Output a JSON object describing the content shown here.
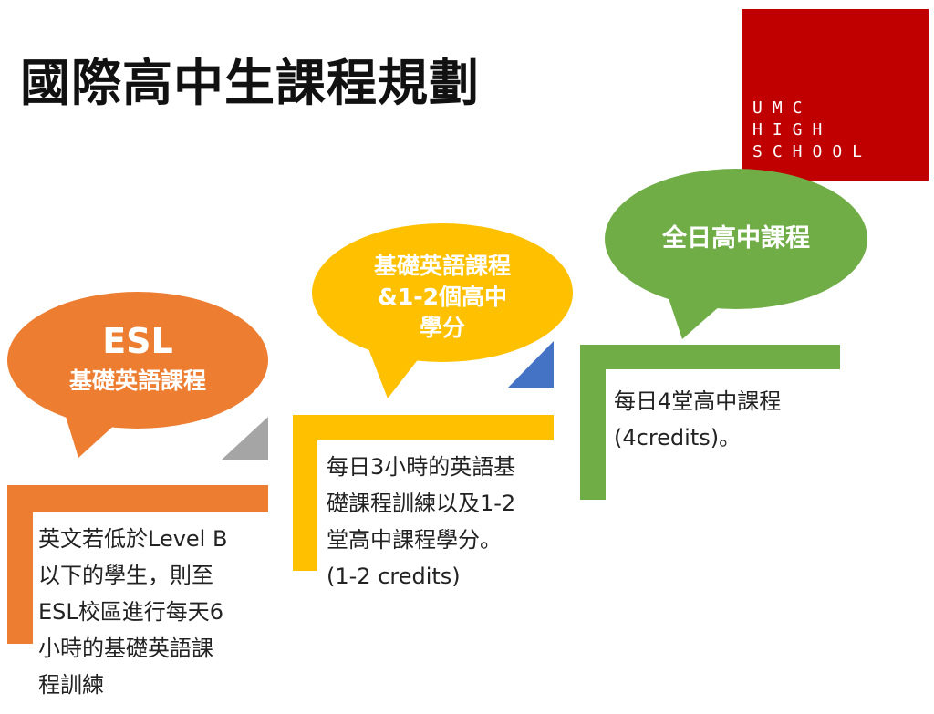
{
  "title": "國際高中生課程規劃",
  "logo": {
    "lines": [
      "UMC",
      "HIGH",
      "SCHOOL"
    ]
  },
  "colors": {
    "logo_bg": "#c00000",
    "orange": "#ed7d31",
    "yellow": "#ffc000",
    "green": "#70ad47",
    "gray": "#a5a5a5",
    "blue": "#4472c4"
  },
  "stages": [
    {
      "bubble_title": "ESL",
      "bubble_subtitle": "基礎英語課程",
      "description": "英文若低於Level B\n以下的學生，則至\nESL校區進行每天6\n小時的基礎英語課\n程訓練"
    },
    {
      "bubble_title": "基礎英語課程\n&1-2個高中\n學分",
      "description": "每日3小時的英語基\n礎課程訓練以及1-2\n堂高中課程學分。\n(1-2 credits)"
    },
    {
      "bubble_title": "全日高中課程",
      "description": "每日4堂高中課程\n(4credits)。"
    }
  ]
}
